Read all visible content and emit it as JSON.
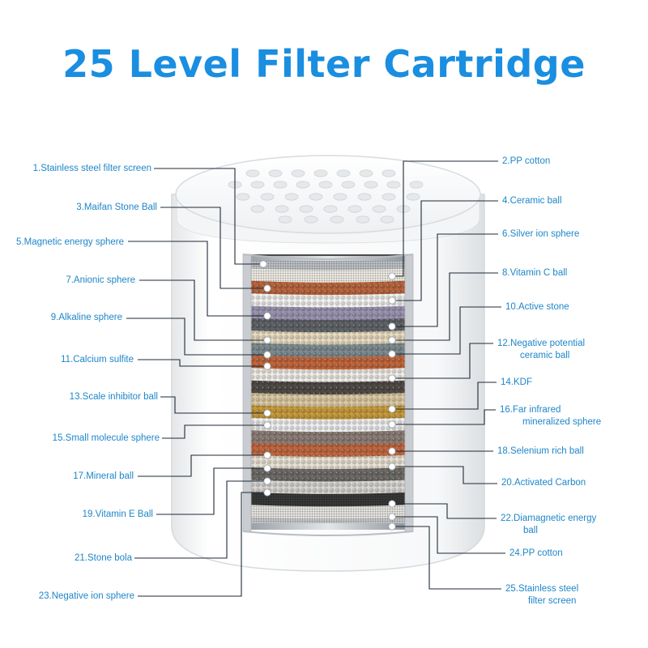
{
  "title": "25 Level Filter Cartridge",
  "accent_color": "#1a8ee0",
  "line_color": "#1e2a36",
  "left_labels": [
    "1.Stainless steel filter screen",
    "3.Maifan Stone Ball",
    "5.Magnetic energy sphere",
    "7.Anionic sphere",
    "9.Alkaline sphere",
    "11.Calcium sulfite",
    "13.Scale inhibitor ball",
    "15.Small molecule sphere",
    "17.Mineral ball",
    "19.Vitamin E Ball",
    "21.Stone bola",
    "23.Negative ion sphere"
  ],
  "right_labels": [
    "2.PP cotton",
    "4.Ceramic ball",
    "6.Silver ion sphere",
    "8.Vitamin C ball",
    "10.Active stone",
    "12.Negative potential ceramic ball",
    "14.KDF",
    "16.Far infrared mineralized sphere",
    "18.Selenium rich ball",
    "20.Activated Carbon",
    "22.Diamagnetic energy ball",
    "24.PP cotton",
    "25.Stainless steel filter screen"
  ]
}
